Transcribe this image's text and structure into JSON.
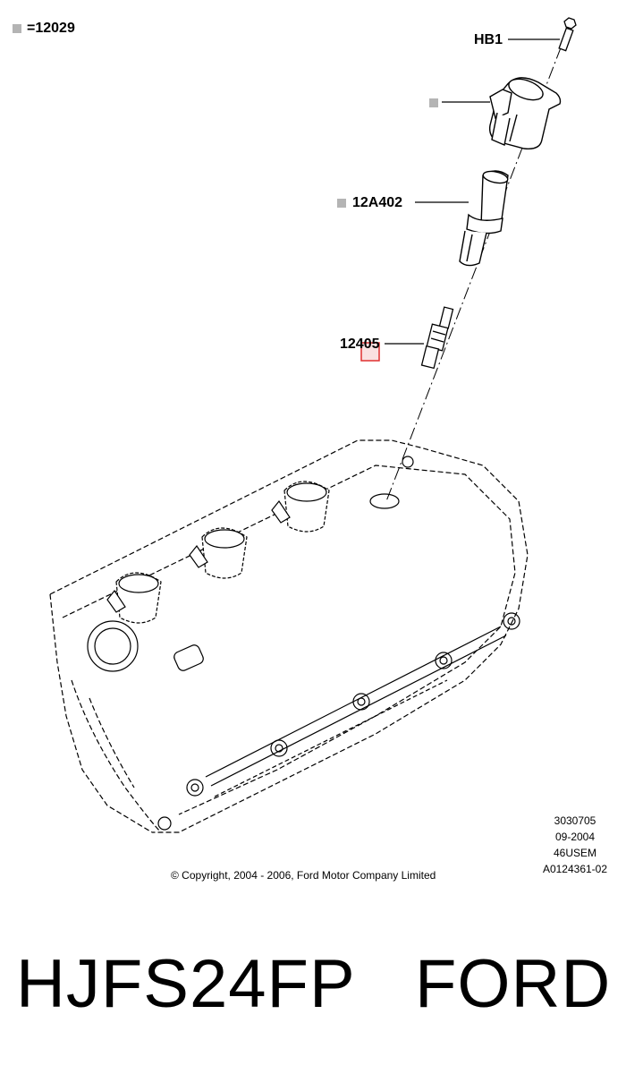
{
  "legend": {
    "marker": "■",
    "text": "=12029"
  },
  "callouts": {
    "hb1": "HB1",
    "coil_marker": "■",
    "boot": "12A402",
    "boot_marker": "■",
    "plug": "12405"
  },
  "drawing_info": [
    "3030705",
    "09-2004",
    "46USEM",
    "A0124361-02"
  ],
  "copyright": "© Copyright, 2004 - 2006, Ford Motor Company Limited",
  "product": {
    "part_number": "HJFS24FP",
    "brand": "FORD"
  },
  "colors": {
    "marker_gray": "#b4b4b4",
    "highlight_red": "#e03030",
    "highlight_fill": "#f6c8c8"
  }
}
